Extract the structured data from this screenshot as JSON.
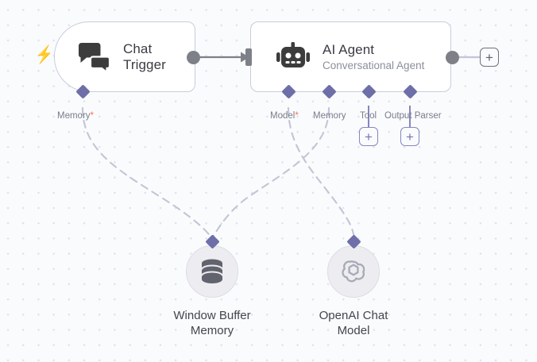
{
  "canvas": {
    "background_color": "#fafbfc",
    "grid_dot_color": "#dfe2ef"
  },
  "nodes": [
    {
      "id": "chat-trigger",
      "title": "Chat",
      "title_line2": "Trigger",
      "subtitle": "",
      "icon": "chat-bubbles-icon",
      "type": "trigger"
    },
    {
      "id": "ai-agent",
      "title": "AI Agent",
      "subtitle": "Conversational Agent",
      "icon": "robot-icon",
      "type": "action"
    }
  ],
  "sub_nodes": [
    {
      "id": "window-buffer-memory",
      "label_line1": "Window Buffer",
      "label_line2": "Memory",
      "icon": "database-icon"
    },
    {
      "id": "openai-chat-model",
      "label_line1": "OpenAI Chat",
      "label_line2": "Model",
      "icon": "openai-icon"
    }
  ],
  "ports": {
    "trigger_memory": {
      "label": "Memory",
      "required_marker": "*"
    },
    "agent_model": {
      "label": "Model",
      "required_marker": "*"
    },
    "agent_memory": {
      "label": "Memory",
      "required_marker": ""
    },
    "agent_tool": {
      "label": "Tool",
      "required_marker": ""
    },
    "agent_parser": {
      "label": "Output Parser",
      "required_marker": ""
    }
  },
  "buttons": {
    "add_tool": "+",
    "add_output_parser": "+",
    "add_next_node": "+"
  },
  "icons": {
    "trigger_bolt": "⚡",
    "colors": {
      "accent_violet": "#6e6ea8",
      "plus_violet": "#8587c0",
      "required_red": "#ff6d5a",
      "node_border": "#c9cdde",
      "connector_grey": "#7d8087",
      "dashed_edge": "#c3c5d6"
    }
  }
}
